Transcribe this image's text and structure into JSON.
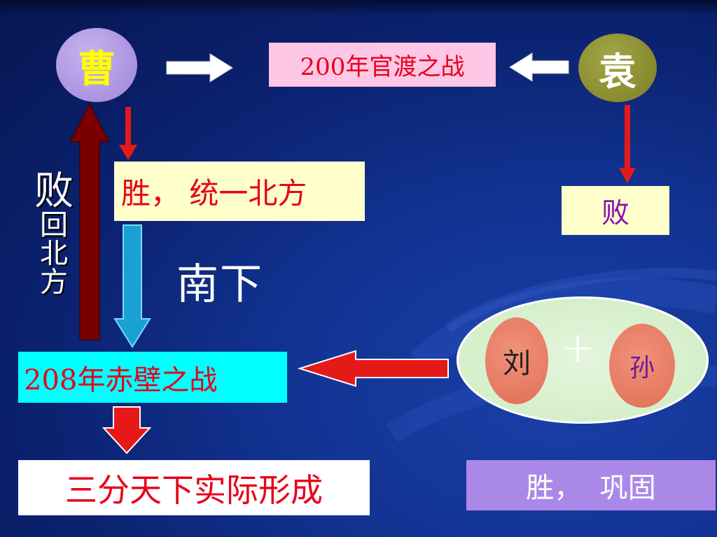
{
  "nodes": {
    "cao": "曹",
    "yuan": "袁",
    "liu": "刘",
    "sun": "孙",
    "plus": "+"
  },
  "labels": {
    "guandu_battle": "200年官渡之战",
    "cao_victory": "胜， 统一北方",
    "yuan_defeat": "败",
    "south": "南下",
    "lose_big": "败",
    "lose_back": [
      "回",
      "北",
      "方"
    ],
    "chibi_battle": "208年赤壁之战",
    "three_kingdoms": "三分天下实际形成",
    "liusun_victory": "胜，  巩固"
  },
  "colors": {
    "background": "#0b2270",
    "cao_circle": "#9f85d8",
    "yuan_circle": "#7c7f24",
    "text_red": "#e8001a",
    "arrow_red": "#e61919",
    "arrow_dark_red": "#7a0000",
    "arrow_blue": "#1ba0d6",
    "arrow_white": "#ffffff"
  }
}
